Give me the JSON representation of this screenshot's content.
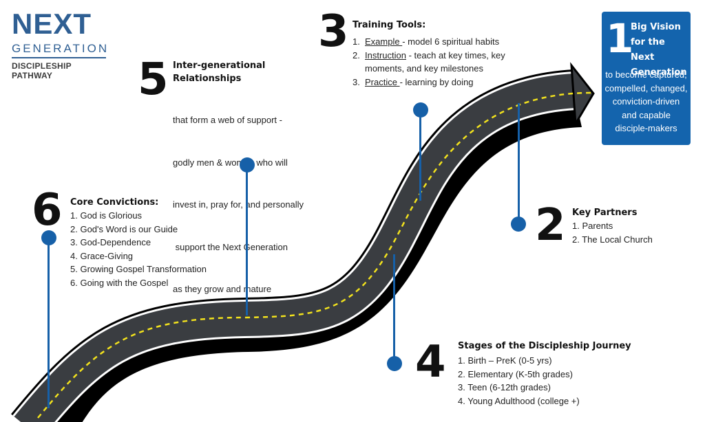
{
  "logo": {
    "word": "NEXT",
    "generation": "GENERATION",
    "tagline": "DISCIPLESHIP PATHWAY"
  },
  "colors": {
    "brand_blue": "#1464ad",
    "road": "#3a3d41",
    "road_edge": "#000000",
    "center_line": "#f2e21d"
  },
  "sections": {
    "vision": {
      "number": "1",
      "heading_lines": [
        "Big Vision",
        "for the Next",
        "Generation"
      ],
      "body_lines": [
        "to become captured,",
        "compelled, changed,",
        "conviction-driven",
        "and capable",
        "disciple-makers"
      ]
    },
    "partners": {
      "number": "2",
      "heading": "Key Partners",
      "items": [
        "1.  Parents",
        "2. The Local Church"
      ]
    },
    "tools": {
      "number": "3",
      "heading": "Training Tools:",
      "items": [
        {
          "num": "1.",
          "term": "Example ",
          "rest": "- model 6 spiritual habits"
        },
        {
          "num": "2.",
          "term": "Instruction",
          "rest": " - teach at key times, key"
        },
        {
          "num": "",
          "term": "",
          "rest": "moments, and key milestones"
        },
        {
          "num": "3.",
          "term": "Practice ",
          "rest": "- learning by doing"
        }
      ]
    },
    "stages": {
      "number": "4",
      "heading": "Stages of the Discipleship Journey",
      "items": [
        "1.  Birth – PreK (0-5 yrs)",
        "2. Elementary (K-5th grades)",
        "3. Teen (6-12th grades)",
        "4. Young Adulthood (college +)"
      ]
    },
    "relationships": {
      "number": "5",
      "heading_lines": [
        "Inter-generational",
        "Relationships"
      ],
      "body_lines": [
        "that form a web of support -",
        "godly men & women who will",
        "invest in, pray for, and personally",
        " support the Next Generation",
        "as they grow and mature"
      ]
    },
    "convictions": {
      "number": "6",
      "heading": "Core Convictions:",
      "items": [
        "1.  God is Glorious",
        "2. God's Word is our Guide",
        "3. God-Dependence",
        "4. Grace-Giving",
        "5. Growing Gospel Transformation",
        "6. Going with the Gospel"
      ]
    }
  }
}
